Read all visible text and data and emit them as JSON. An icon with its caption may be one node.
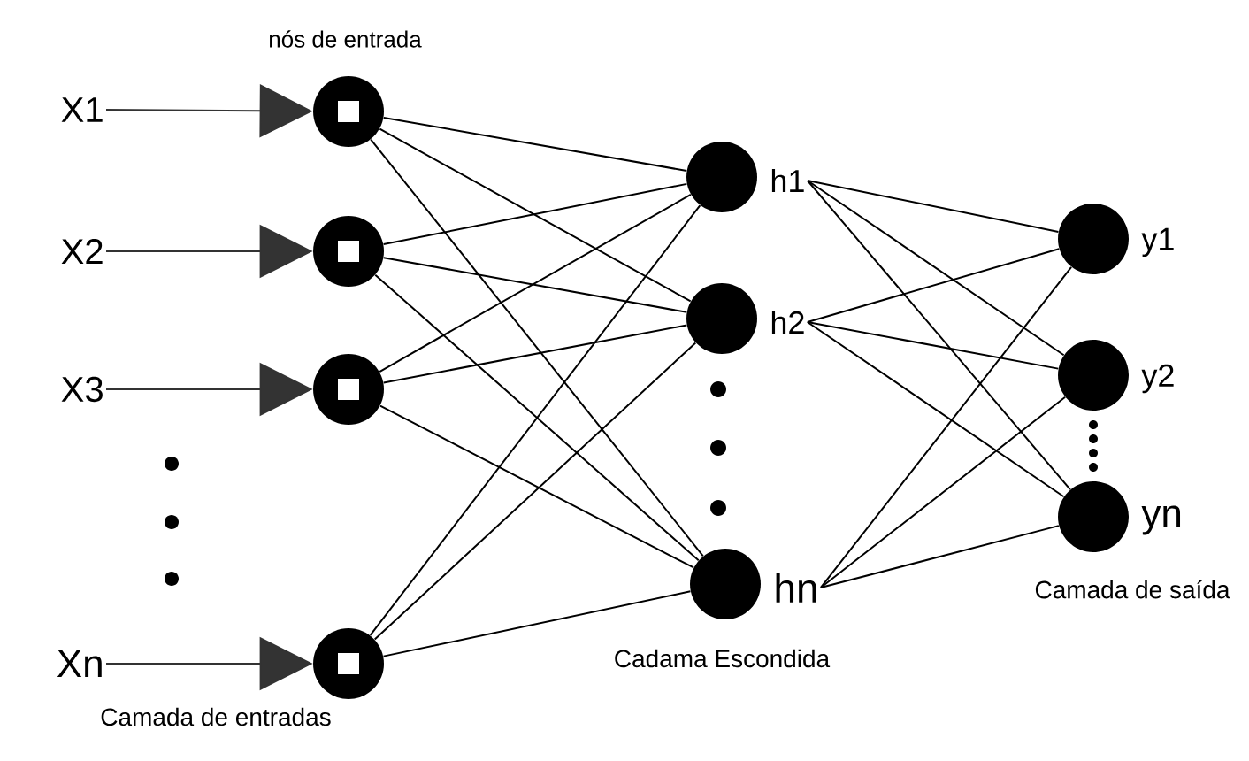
{
  "diagram": {
    "nodes": [
      {
        "text": [
          "X1"
        ]
      },
      {
        "text": [
          "X2"
        ]
      },
      {
        "text": [
          "X3"
        ]
      },
      {
        "text": [
          "Xn"
        ]
      },
      {
        "text": [],
        "shape": "circle"
      },
      {
        "text": [],
        "shape": "circle"
      },
      {
        "text": [],
        "shape": "circle"
      },
      {
        "text": [],
        "shape": "circle"
      },
      {
        "text": [
          "h1"
        ]
      },
      {
        "text": [
          "h2"
        ]
      },
      {
        "text": [
          "hn"
        ]
      },
      {
        "text": [
          "y1"
        ]
      },
      {
        "text": [
          "y2"
        ]
      },
      {
        "text": [
          "yn"
        ]
      }
    ],
    "edges": [
      {
        "from": 0,
        "to": 4,
        "arrow": "to"
      },
      {
        "from": 1,
        "to": 5,
        "arrow": "to"
      },
      {
        "from": 2,
        "to": 6,
        "arrow": "to"
      },
      {
        "from": 3,
        "to": 7,
        "arrow": "to"
      },
      {
        "from": 4,
        "to": 8,
        "arrow": "none"
      },
      {
        "from": 4,
        "to": 9,
        "arrow": "none"
      },
      {
        "from": 4,
        "to": 10,
        "arrow": "none"
      },
      {
        "from": 5,
        "to": 8,
        "arrow": "none"
      },
      {
        "from": 5,
        "to": 9,
        "arrow": "none"
      },
      {
        "from": 5,
        "to": 10,
        "arrow": "none"
      },
      {
        "from": 6,
        "to": 8,
        "arrow": "none"
      },
      {
        "from": 6,
        "to": 9,
        "arrow": "none"
      },
      {
        "from": 6,
        "to": 10,
        "arrow": "none"
      },
      {
        "from": 7,
        "to": 8,
        "arrow": "none"
      },
      {
        "from": 7,
        "to": 9,
        "arrow": "none"
      },
      {
        "from": 7,
        "to": 10,
        "arrow": "none"
      },
      {
        "from": 8,
        "to": 11,
        "arrow": "none"
      },
      {
        "from": 8,
        "to": 12,
        "arrow": "none"
      },
      {
        "from": 8,
        "to": 13,
        "arrow": "none"
      },
      {
        "from": 9,
        "to": 11,
        "arrow": "none"
      },
      {
        "from": 9,
        "to": 12,
        "arrow": "none"
      },
      {
        "from": 9,
        "to": 13,
        "arrow": "none"
      },
      {
        "from": 10,
        "to": 11,
        "arrow": "none"
      },
      {
        "from": 10,
        "to": 12,
        "arrow": "none"
      },
      {
        "from": 10,
        "to": 13,
        "arrow": "none"
      }
    ],
    "labels": [
      "nós de entrada",
      "Camada de entradas",
      "Cadama  Escondida",
      "Camada de saída"
    ]
  }
}
